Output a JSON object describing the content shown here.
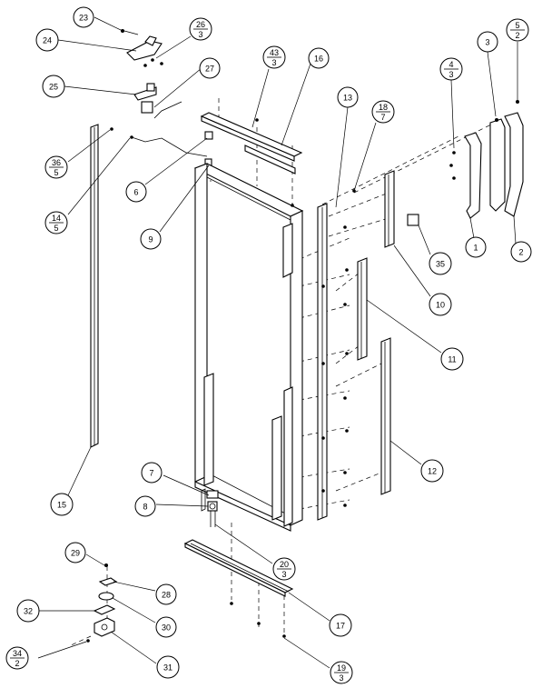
{
  "callouts": [
    {
      "id": "c23",
      "top": "23"
    },
    {
      "id": "c26",
      "top": "26",
      "bottom": "3"
    },
    {
      "id": "c24",
      "top": "24"
    },
    {
      "id": "c25",
      "top": "25"
    },
    {
      "id": "c27",
      "top": "27"
    },
    {
      "id": "c43",
      "top": "43",
      "bottom": "3"
    },
    {
      "id": "c16",
      "top": "16"
    },
    {
      "id": "c13",
      "top": "13"
    },
    {
      "id": "c18",
      "top": "18",
      "bottom": "7"
    },
    {
      "id": "c4",
      "top": "4",
      "bottom": "3"
    },
    {
      "id": "c3",
      "top": "3"
    },
    {
      "id": "c5",
      "top": "5",
      "bottom": "2"
    },
    {
      "id": "c36",
      "top": "36",
      "bottom": "5"
    },
    {
      "id": "c14",
      "top": "14",
      "bottom": "5"
    },
    {
      "id": "c6",
      "top": "6"
    },
    {
      "id": "c9",
      "top": "9"
    },
    {
      "id": "c35",
      "top": "35"
    },
    {
      "id": "c1",
      "top": "1"
    },
    {
      "id": "c2",
      "top": "2"
    },
    {
      "id": "c10",
      "top": "10"
    },
    {
      "id": "c11",
      "top": "11"
    },
    {
      "id": "c12",
      "top": "12"
    },
    {
      "id": "c15",
      "top": "15"
    },
    {
      "id": "c7",
      "top": "7"
    },
    {
      "id": "c8",
      "top": "8"
    },
    {
      "id": "c20",
      "top": "20",
      "bottom": "3"
    },
    {
      "id": "c29",
      "top": "29"
    },
    {
      "id": "c28",
      "top": "28"
    },
    {
      "id": "c32",
      "top": "32"
    },
    {
      "id": "c30",
      "top": "30"
    },
    {
      "id": "c17",
      "top": "17"
    },
    {
      "id": "c34",
      "top": "34",
      "bottom": "2"
    },
    {
      "id": "c31",
      "top": "31"
    },
    {
      "id": "c19",
      "top": "19",
      "bottom": "3"
    }
  ]
}
